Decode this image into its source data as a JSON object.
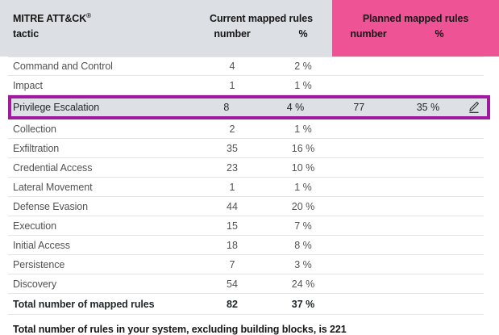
{
  "header": {
    "tactic_line1": "MITRE ATT&CK",
    "tactic_registered": "®",
    "tactic_line2": "tactic",
    "current_group": "Current mapped rules",
    "current_number": "number",
    "current_percent": "%",
    "planned_group": "Planned mapped rules",
    "planned_number": "number",
    "planned_percent": "%",
    "current_bg": "#dcdfe4",
    "planned_bg": "#ee5396"
  },
  "rows": [
    {
      "tactic": "Command and Control",
      "number": "4",
      "percent": "2 %",
      "planned_number": "",
      "planned_percent": "",
      "selected": false,
      "total": false
    },
    {
      "tactic": "Impact",
      "number": "1",
      "percent": "1 %",
      "planned_number": "",
      "planned_percent": "",
      "selected": false,
      "total": false
    },
    {
      "tactic": "Privilege Escalation",
      "number": "8",
      "percent": "4 %",
      "planned_number": "77",
      "planned_percent": "35 %",
      "selected": true,
      "total": false
    },
    {
      "tactic": "Collection",
      "number": "2",
      "percent": "1 %",
      "planned_number": "",
      "planned_percent": "",
      "selected": false,
      "total": false
    },
    {
      "tactic": "Exfiltration",
      "number": "35",
      "percent": "16 %",
      "planned_number": "",
      "planned_percent": "",
      "selected": false,
      "total": false
    },
    {
      "tactic": "Credential Access",
      "number": "23",
      "percent": "10 %",
      "planned_number": "",
      "planned_percent": "",
      "selected": false,
      "total": false
    },
    {
      "tactic": "Lateral Movement",
      "number": "1",
      "percent": "1 %",
      "planned_number": "",
      "planned_percent": "",
      "selected": false,
      "total": false
    },
    {
      "tactic": "Defense Evasion",
      "number": "44",
      "percent": "20 %",
      "planned_number": "",
      "planned_percent": "",
      "selected": false,
      "total": false
    },
    {
      "tactic": "Execution",
      "number": "15",
      "percent": "7 %",
      "planned_number": "",
      "planned_percent": "",
      "selected": false,
      "total": false
    },
    {
      "tactic": "Initial Access",
      "number": "18",
      "percent": "8 %",
      "planned_number": "",
      "planned_percent": "",
      "selected": false,
      "total": false
    },
    {
      "tactic": "Persistence",
      "number": "7",
      "percent": "3 %",
      "planned_number": "",
      "planned_percent": "",
      "selected": false,
      "total": false
    },
    {
      "tactic": "Discovery",
      "number": "54",
      "percent": "24 %",
      "planned_number": "",
      "planned_percent": "",
      "selected": false,
      "total": false
    },
    {
      "tactic": "Total number of mapped rules",
      "number": "82",
      "percent": "37 %",
      "planned_number": "",
      "planned_percent": "",
      "selected": false,
      "total": true
    }
  ],
  "selected_row": {
    "edit_icon": "pencil-edit-icon",
    "highlight_border_color": "#9f1a9f",
    "highlight_bg_color": "#dde1e6"
  },
  "footer": {
    "summary": "Total number of rules in your system, excluding building blocks, is 221"
  }
}
